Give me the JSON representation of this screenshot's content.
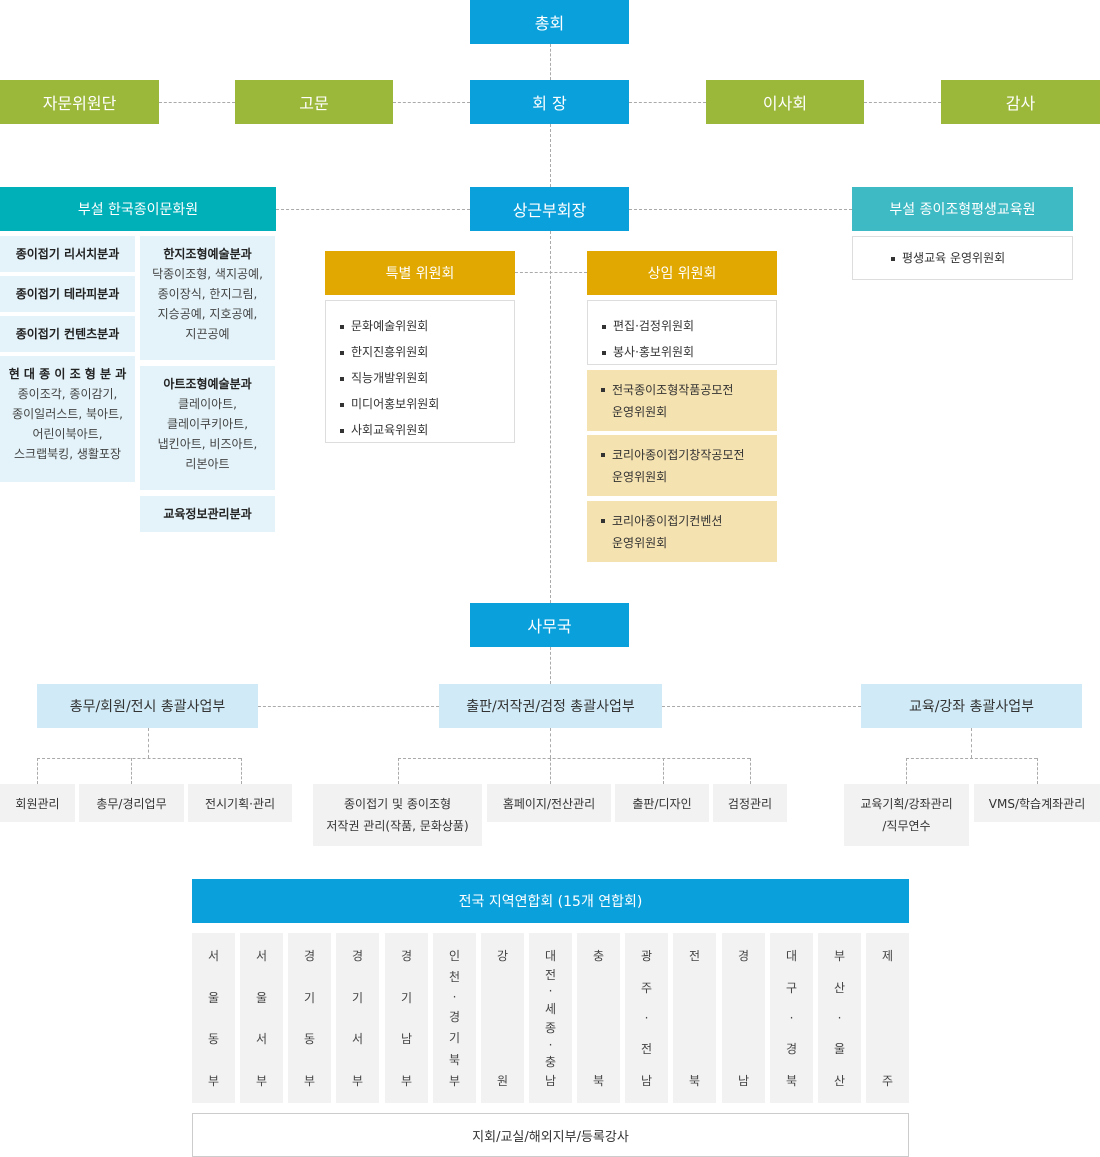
{
  "top": {
    "assembly": "총회",
    "chairman": "회 장",
    "advisory_group": "자문위원단",
    "advisor": "고문",
    "board": "이사회",
    "auditor": "감사"
  },
  "vice": {
    "label": "상근부회장"
  },
  "culture_institute": {
    "title": "부설 한국종이문화원",
    "left_cells": [
      {
        "title": "종이접기 리서치분과"
      },
      {
        "title": "종이접기 테라피분과"
      },
      {
        "title": "종이접기 컨텐츠분과"
      },
      {
        "title": "현 대 종 이 조 형 분 과",
        "desc": [
          "종이조각, 종이감기,",
          "종이일러스트, 북아트,",
          "어린이북아트,",
          "스크랩북킹, 생활포장"
        ]
      }
    ],
    "right_cells": [
      {
        "title": "한지조형예술분과",
        "desc": [
          "닥종이조형, 색지공예,",
          "종이장식, 한지그림,",
          "지승공예, 지호공예,",
          "지끈공예"
        ]
      },
      {
        "title": "아트조형예술분과",
        "desc": [
          "클레이아트,",
          "클레이쿠키아트,",
          "냅킨아트, 비즈아트,",
          "리본아트"
        ]
      },
      {
        "title": "교육정보관리분과"
      }
    ]
  },
  "lifelong_institute": {
    "title": "부설 종이조형평생교육원",
    "items": [
      "평생교육 운영위원회"
    ]
  },
  "special_committee": {
    "title": "특별 위원회",
    "items": [
      "문화예술위원회",
      "한지진흥위원회",
      "직능개발위원회",
      "미디어홍보위원회",
      "사회교육위원회"
    ]
  },
  "standing_committee": {
    "title": "상임 위원회",
    "items": [
      "편집·검정위원회",
      "봉사·홍보위원회"
    ],
    "highlight": [
      [
        "전국종이조형작품공모전",
        "운영위원회"
      ],
      [
        "코리아종이접기창작공모전",
        "운영위원회"
      ],
      [
        "코리아종이접기컨벤션",
        "운영위원회"
      ]
    ]
  },
  "secretariat": {
    "label": "사무국"
  },
  "departments": [
    {
      "title": "총무/회원/전시 총괄사업부",
      "subs": [
        "회원관리",
        "총무/경리업무",
        "전시기획·관리"
      ]
    },
    {
      "title": "출판/저작권/검정 총괄사업부",
      "subs": [
        "종이접기 및 종이조형\n저작권 관리(작품, 문화상품)",
        "홈페이지/전산관리",
        "출판/디자인",
        "검정관리"
      ]
    },
    {
      "title": "교육/강좌 총괄사업부",
      "subs": [
        "교육기획/강좌관리\n/직무연수",
        "VMS/학습계좌관리"
      ]
    }
  ],
  "regional": {
    "title": "전국 지역연합회 (15개 연합회)",
    "regions": [
      [
        "서",
        "울",
        "동",
        "부"
      ],
      [
        "서",
        "울",
        "서",
        "부"
      ],
      [
        "경",
        "기",
        "동",
        "부"
      ],
      [
        "경",
        "기",
        "서",
        "부"
      ],
      [
        "경",
        "기",
        "남",
        "부"
      ],
      [
        "인",
        "천",
        "·",
        "경",
        "기",
        "북",
        "부"
      ],
      [
        "강",
        "원"
      ],
      [
        "대",
        "전",
        "·",
        "세",
        "종",
        "·",
        "충",
        "남"
      ],
      [
        "충",
        "북"
      ],
      [
        "광",
        "주",
        "·",
        "전",
        "남"
      ],
      [
        "전",
        "북"
      ],
      [
        "경",
        "남"
      ],
      [
        "대",
        "구",
        "·",
        "경",
        "북"
      ],
      [
        "부",
        "산",
        "·",
        "울",
        "산"
      ],
      [
        "제",
        "주"
      ]
    ],
    "footer": "지회/교실/해외지부/등록강사"
  }
}
